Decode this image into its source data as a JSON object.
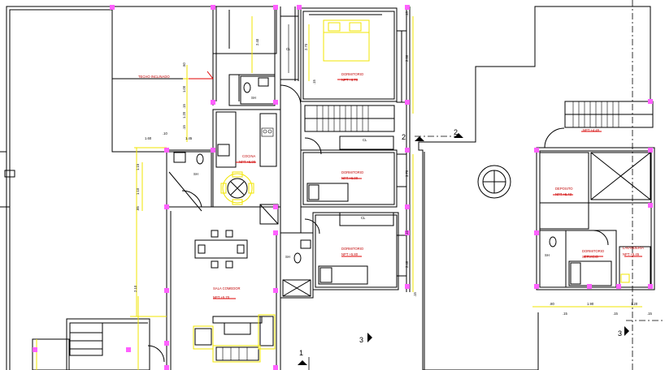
{
  "labels": {
    "techo_inclinado": "TECHO INCLINADO",
    "dormitorio_top": "DORMITORIO",
    "dormitorio_top_level": "NPT +6.70",
    "cocina": "COCINA",
    "cocina_level": "NPT +6.00",
    "sh_top": "SH",
    "sh_mid": "SH",
    "sh_low": "SH",
    "cl_top": "CL",
    "cl_mid": "CL",
    "cl_bath": "CL",
    "dormitorio_mid": "DORMITORIO",
    "dormitorio_mid_level": "NPT +6.00",
    "dormitorio_low": "DORMITORIO",
    "dormitorio_low_level": "NPT +5.80",
    "sala_comedor": "SALA COMEDOR",
    "sala_comedor_level": "NPT +5.70",
    "npt_stair": "NPT +4.45",
    "deposito": "DEPOSITO",
    "deposito_level": "NPT +5.43",
    "dormitorio_servicio": "DORMITORIO",
    "dormitorio_servicio_sub": "SERVICIO",
    "lavanderia": "LAVANDERIA",
    "lavanderia_level": "NPT +5.45",
    "sh_service": "SH"
  },
  "axes": {
    "ax2a": "2",
    "ax2b": "2",
    "ax3a": "3",
    "ax3b": "3",
    "ax1": "1"
  },
  "dims": {
    "d_160": "1.60",
    "d_10a": ".10",
    "d_115": "1.15",
    "d_110": "1.10",
    "d_85": ".85",
    "d_50": ".50",
    "d_15a": ".15",
    "d_210": "2.10",
    "d_15b": ".15",
    "d_100": "1.00",
    "d_240": "2.40",
    "d_270": "2.70",
    "d_15c": ".15",
    "d_260": "2.60",
    "d_15d": ".15",
    "d_145": "1.45",
    "d_120": "1.20",
    "d_370": "3.70",
    "d_15e": ".15",
    "d_240b": "2.40",
    "d_15f": ".15",
    "d_bottom_80": ".80",
    "d_bottom_15a": ".15",
    "d_bottom_190": "1.90",
    "d_bottom_15b": ".15",
    "d_bottom_120": "1.20",
    "d_bottom_15c": ".15"
  }
}
